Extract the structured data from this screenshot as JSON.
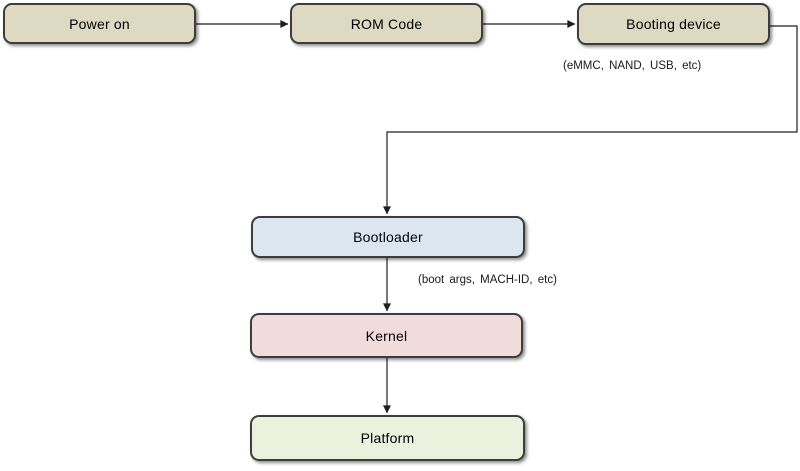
{
  "diagram": {
    "nodes": [
      {
        "id": "power-on",
        "label": "Power on",
        "fill": "#ddd9c3"
      },
      {
        "id": "rom-code",
        "label": "ROM Code",
        "fill": "#ddd9c3"
      },
      {
        "id": "booting-device",
        "label": "Booting device",
        "fill": "#ddd9c3"
      },
      {
        "id": "bootloader",
        "label": "Bootloader",
        "fill": "#dce6f1"
      },
      {
        "id": "kernel",
        "label": "Kernel",
        "fill": "#f2dcdb"
      },
      {
        "id": "platform",
        "label": "Platform",
        "fill": "#ebf1dd"
      }
    ],
    "annotations": [
      {
        "id": "booting-device-note",
        "text": "(eMMC, NAND, USB, etc)"
      },
      {
        "id": "kernel-args-note",
        "text": "(boot args, MACH-ID, etc)"
      }
    ],
    "edges": [
      {
        "from": "Power on",
        "to": "ROM Code"
      },
      {
        "from": "ROM Code",
        "to": "Booting device"
      },
      {
        "from": "Booting device",
        "to": "Bootloader"
      },
      {
        "from": "Bootloader",
        "to": "Kernel"
      },
      {
        "from": "Kernel",
        "to": "Platform"
      }
    ],
    "colors": {
      "background": "#ffffff",
      "node_border": "#3d3d3d",
      "connector": "#1f1f1f",
      "tan_fill": "#ddd9c3",
      "blue_fill": "#dce6f1",
      "pink_fill": "#f2dcdb",
      "green_fill": "#ebf1dd",
      "text": "#000000"
    }
  }
}
